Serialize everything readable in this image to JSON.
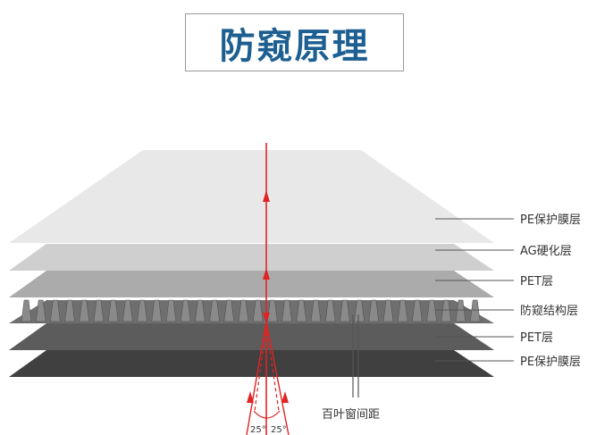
{
  "title": "防窥原理",
  "layers": [
    {
      "label": "PE保护膜层",
      "color": "#e8e8e8"
    },
    {
      "label": "AG硬化层",
      "color": "#cfcfcf"
    },
    {
      "label": "PET层",
      "color": "#ababab"
    },
    {
      "label": "防窥结构层",
      "color": "#6f6f6f"
    },
    {
      "label": "PET层",
      "color": "#5c5c5c"
    },
    {
      "label": "PE保护膜层",
      "color": "#404040"
    }
  ],
  "louver_label": "百叶窗间距",
  "angles": {
    "left": "25°",
    "right": "25°"
  },
  "colors": {
    "title": "#1d5f91",
    "ray": "#e02424",
    "leader": "#555555",
    "louver": "#555555"
  }
}
